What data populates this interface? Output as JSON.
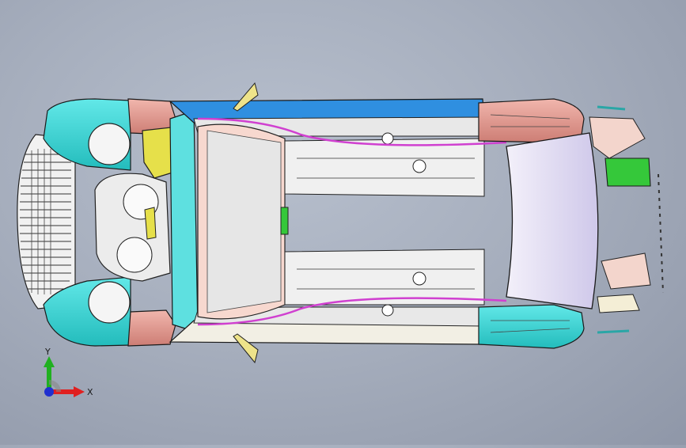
{
  "viewport": {
    "model": "car-body-top-view",
    "colors": {
      "background": "#a9b1bf",
      "cyan_parts": "#3fd9d9",
      "salmon_parts": "#e39a92",
      "blue_rail": "#2f8fe0",
      "yellow_parts": "#e6e04a",
      "green_part": "#35c83a",
      "glass": "#ddd8ef",
      "white_parts": "#f1f1f1",
      "pink_floor": "#f7d8cf",
      "magenta_line": "#d040d0"
    }
  },
  "triad": {
    "x_label": "X",
    "y_label": "Y",
    "x_color": "#e02020",
    "y_color": "#20b020",
    "z_color": "#2030d0"
  }
}
